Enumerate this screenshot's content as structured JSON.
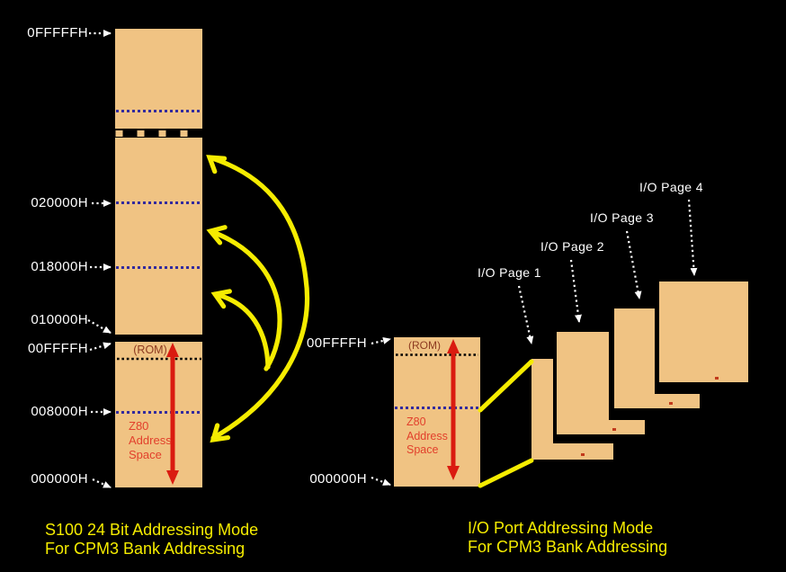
{
  "left_diagram": {
    "title": "S100 24 Bit Addressing Mode\nFor CPM3 Bank Addressing",
    "addresses": [
      "0FFFFFH",
      "020000H",
      "018000H",
      "010000H",
      "00FFFFH",
      "008000H",
      "000000H"
    ],
    "rom_label": "(ROM)",
    "z80_label": "Z80\nAddress\nSpace"
  },
  "right_diagram": {
    "title": "I/O Port Addressing Mode\nFor CPM3 Bank Addressing",
    "addresses": [
      "00FFFFH",
      "000000H"
    ],
    "rom_label": "(ROM)",
    "z80_label": "Z80\nAddress\nSpace",
    "page_labels": [
      "I/O Page 1",
      "I/O Page 2",
      "I/O Page 3",
      "I/O Page 4"
    ]
  },
  "colors": {
    "background": "#000000",
    "memory_block_tan": "#f0c383",
    "bank_boundary_blue": "#332b9e",
    "rom_boundary_black": "#000000",
    "z80_span_arrow_red": "#da1b10",
    "rom_text_red": "#8d3a20",
    "z80_text_red": "#e2402c",
    "highlight_yellow": "#f5ec00",
    "label_white": "#ffffff"
  }
}
